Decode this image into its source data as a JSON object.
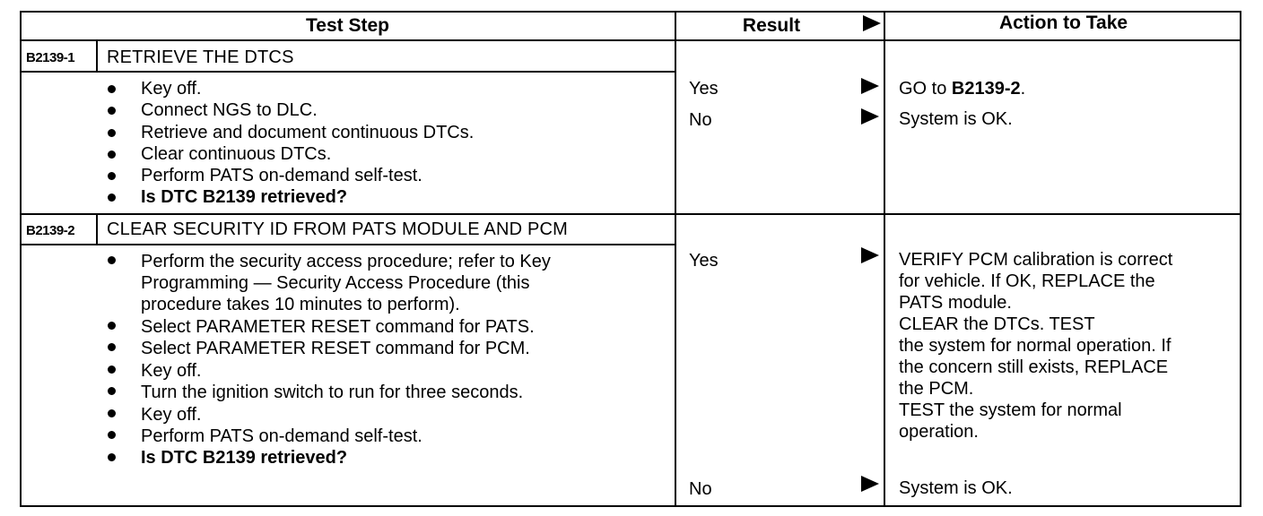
{
  "header": {
    "test_step": "Test Step",
    "result": "Result",
    "action": "Action to Take"
  },
  "steps": [
    {
      "code": "B2139-1",
      "title": "RETRIEVE THE DTCS",
      "bullets": [
        "Key off.",
        "Connect NGS to DLC.",
        "Retrieve and document continuous DTCs.",
        "Clear continuous DTCs.",
        "Perform PATS on-demand self-test.",
        "Is DTC B2139 retrieved?"
      ],
      "results": [
        {
          "label": "Yes",
          "action_prefix": "GO to ",
          "action_bold": "B2139-2",
          "action_suffix": "."
        },
        {
          "label": "No",
          "action": "System is OK."
        }
      ]
    },
    {
      "code": "B2139-2",
      "title": "CLEAR SECURITY ID FROM PATS MODULE AND PCM",
      "bullets": [
        "Perform the security access procedure; refer to Key",
        "Programming — Security Access Procedure (this",
        "procedure takes 10 minutes to perform).",
        "Select PARAMETER RESET command for PATS.",
        "Select PARAMETER RESET command for PCM.",
        "Key off.",
        "Turn the ignition switch to run for three seconds.",
        "Key off.",
        "Perform PATS on-demand self-test.",
        "Is DTC B2139 retrieved?"
      ],
      "results": [
        {
          "label": "Yes",
          "action_lines": [
            "VERIFY PCM calibration is correct",
            "for vehicle. If OK, REPLACE the",
            "PATS module.",
            "CLEAR the DTCs. TEST",
            "the system for normal operation. If",
            "the concern still exists, REPLACE",
            "the PCM.",
            "TEST the system for normal",
            "operation."
          ]
        },
        {
          "label": "No",
          "action": "System is OK."
        }
      ]
    }
  ]
}
